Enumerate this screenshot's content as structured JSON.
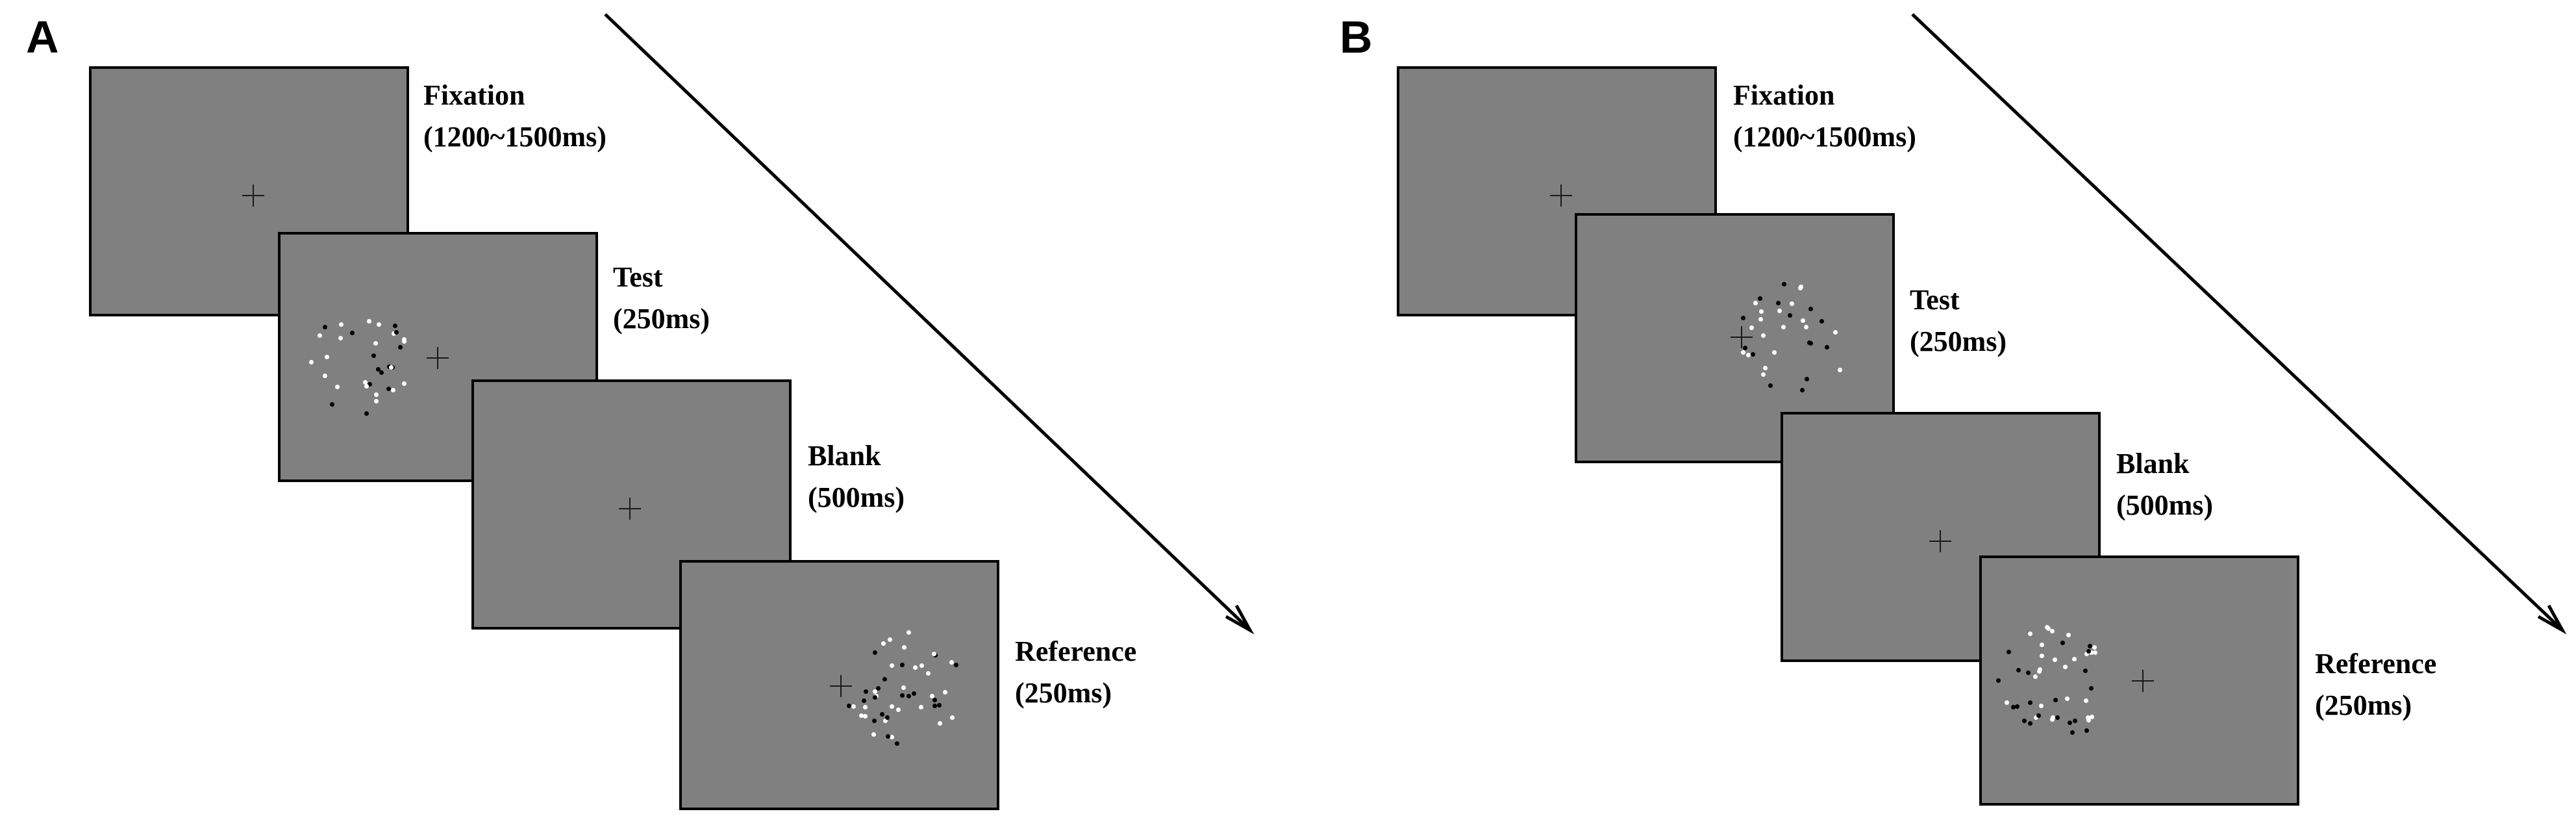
{
  "panels": [
    {
      "label": "A",
      "frames": [
        {
          "name": "Fixation",
          "duration": "(1200~1500ms)"
        },
        {
          "name": "Test",
          "duration": "(250ms)"
        },
        {
          "name": "Blank",
          "duration": "(500ms)"
        },
        {
          "name": "Reference",
          "duration": "(250ms)"
        }
      ]
    },
    {
      "label": "B",
      "frames": [
        {
          "name": "Fixation",
          "duration": "(1200~1500ms)"
        },
        {
          "name": "Test",
          "duration": "(250ms)"
        },
        {
          "name": "Blank",
          "duration": "(500ms)"
        },
        {
          "name": "Reference",
          "duration": "(250ms)"
        }
      ]
    }
  ],
  "colors": {
    "screen": "#808080",
    "dot_light": "#ffffff",
    "dot_dark": "#000000"
  }
}
